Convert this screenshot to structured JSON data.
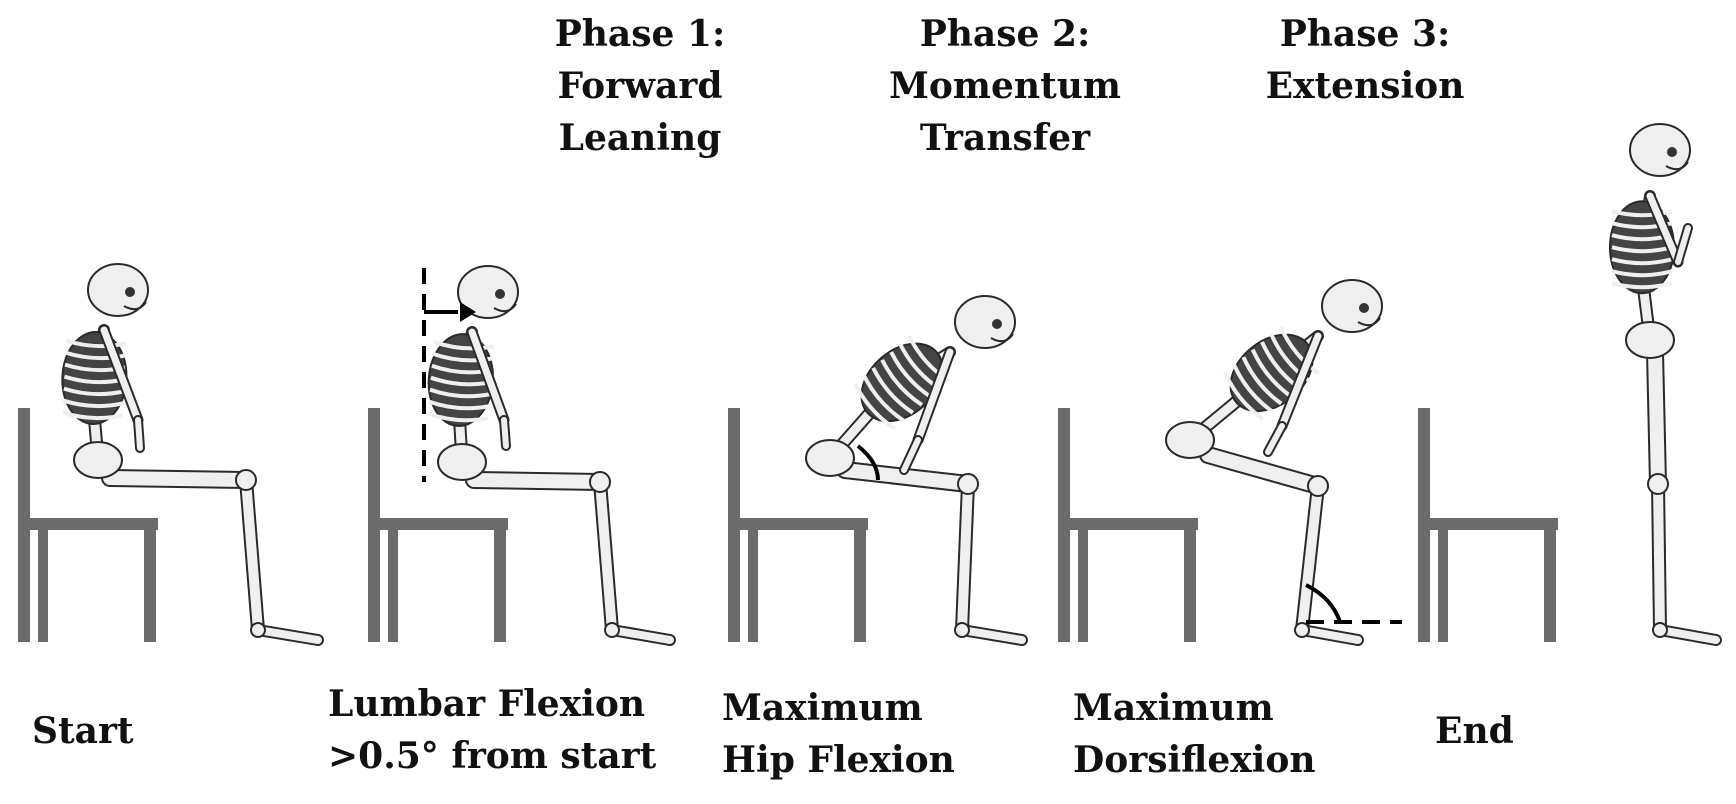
{
  "colors": {
    "chair": "#6b6b6b",
    "bone": "#efefef",
    "outline": "#2a2a2a",
    "text": "#111111",
    "marker": "#000000"
  },
  "phases": [
    {
      "title": "Phase 1:",
      "lines": [
        "Forward",
        "Leaning"
      ]
    },
    {
      "title": "Phase 2:",
      "lines": [
        "Momentum",
        "Transfer"
      ]
    },
    {
      "title": "Phase 3:",
      "lines": [
        "Extension"
      ]
    }
  ],
  "events": [
    {
      "lines": [
        "Start"
      ]
    },
    {
      "lines": [
        "Lumbar Flexion",
        ">0.5° from start"
      ]
    },
    {
      "lines": [
        "Maximum",
        "Hip Flexion"
      ]
    },
    {
      "lines": [
        "Maximum",
        "Dorsiflexion"
      ]
    },
    {
      "lines": [
        "End"
      ]
    }
  ],
  "icons": [
    "chair",
    "skeleton",
    "dashed-reference-line",
    "flexion-arrow",
    "hip-angle-arc",
    "ankle-angle-arc"
  ]
}
